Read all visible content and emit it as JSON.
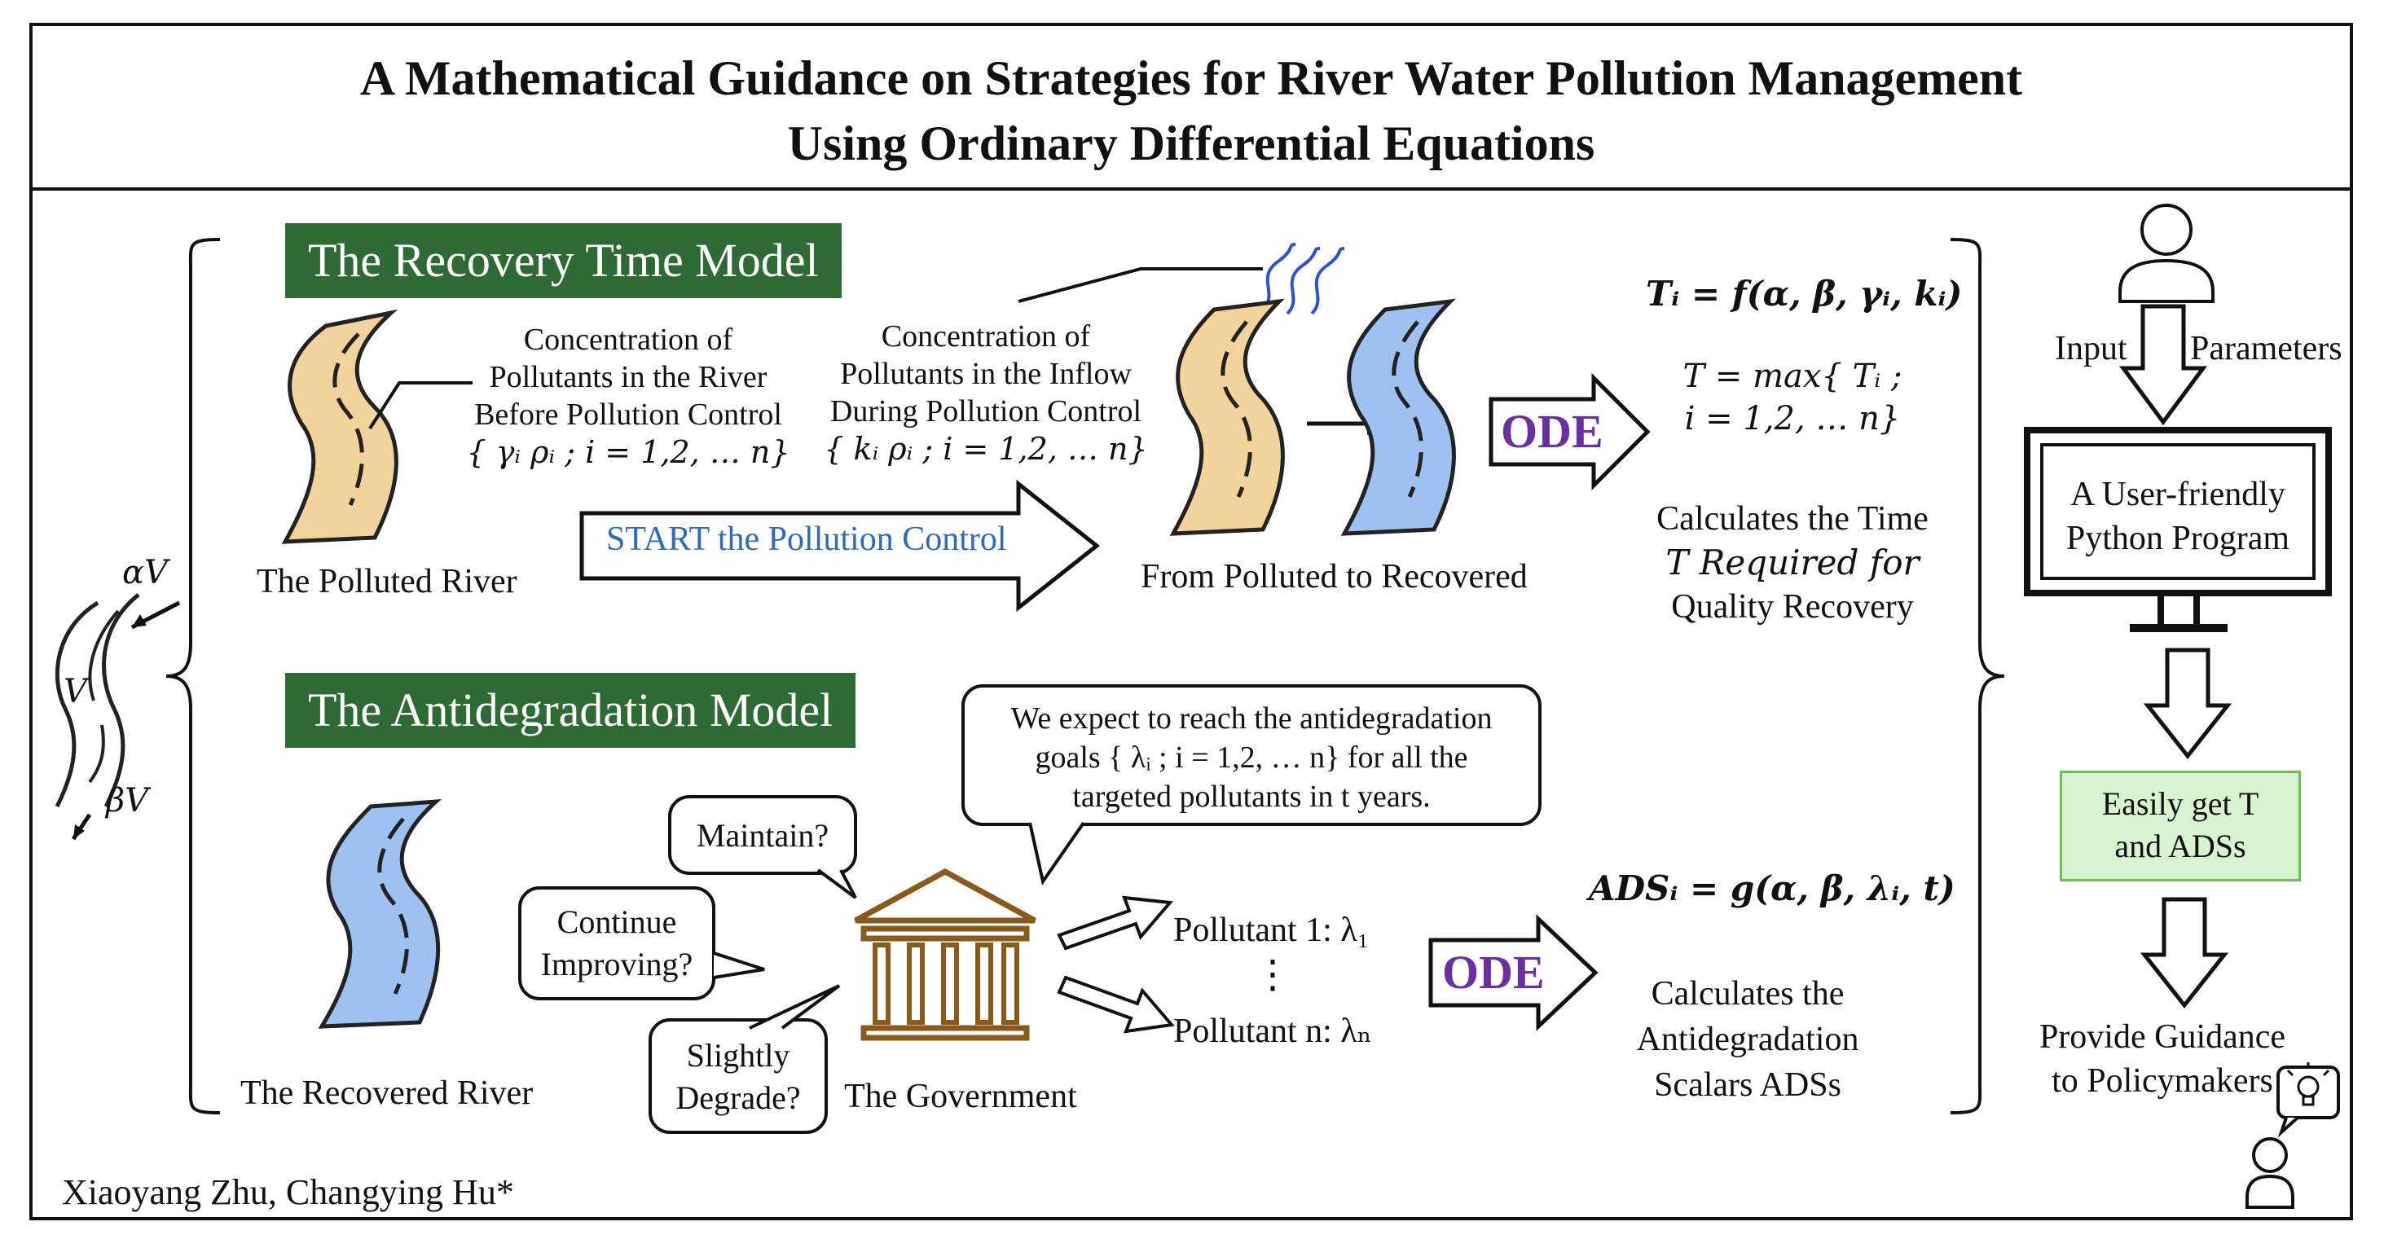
{
  "title": {
    "line1": "A Mathematical Guidance on Strategies for River Water Pollution Management",
    "line2": "Using Ordinary Differential Equations"
  },
  "authors": "Xiaoyang Zhu, Changying Hu*",
  "side_river": {
    "alpha_v": "αV",
    "v": "V",
    "beta_v": "βV"
  },
  "recovery": {
    "banner": "The  Recovery Time Model",
    "polluted_label": "The Polluted River",
    "river_conc": {
      "line1": "Concentration of",
      "line2": "Pollutants in the River",
      "line3": "Before Pollution Control",
      "line4": "{ γᵢ ρᵢ ; i = 1,2, … n}"
    },
    "inflow_conc": {
      "line1": "Concentration of",
      "line2": "Pollutants in the Inflow",
      "line3": "During Pollution Control",
      "line4": "{ kᵢ ρᵢ ; i = 1,2, … n}"
    },
    "start_arrow": "START the Pollution Control",
    "transition_label": "From Polluted to Recovered",
    "ode": "ODE",
    "formula": "Tᵢ = f(α, β, γᵢ, kᵢ)",
    "max_line1": "T = max{ Tᵢ ;",
    "max_line2": "i = 1,2, … n}",
    "calc_line1": "Calculates the Time",
    "calc_line2": "T Required for",
    "calc_line3": "Quality Recovery"
  },
  "antidegradation": {
    "banner": "The Antidegradation Model",
    "recovered_label": "The Recovered River",
    "government_label": "The Government",
    "bubble_maintain": "Maintain?",
    "bubble_continue_1": "Continue",
    "bubble_continue_2": "Improving?",
    "bubble_degrade_1": "Slightly",
    "bubble_degrade_2": "Degrade?",
    "expect_line1": "We expect to reach the antidegradation",
    "expect_line2": "goals { λᵢ ; i = 1,2, … n} for all the",
    "expect_line3": "targeted pollutants in t years.",
    "pollutant1": "Pollutant 1: λ₁",
    "dots": "⋮",
    "pollutantn": "Pollutant n: λₙ",
    "ode": "ODE",
    "formula": "ADSᵢ = g(α, β, λᵢ, t)",
    "calc_line1": "Calculates the",
    "calc_line2": "Antidegradation",
    "calc_line3": "Scalars ADSs"
  },
  "program": {
    "input": "Input",
    "parameters": "Parameters",
    "screen_line1": "A User-friendly",
    "screen_line2": "Python Program",
    "result_line1": "Easily get T",
    "result_line2": "and ADSs",
    "guidance_line1": "Provide Guidance",
    "guidance_line2": "to Policymakers"
  },
  "colors": {
    "banner_green": "#2e6b34",
    "polluted_river": "#f2d39c",
    "recovered_river": "#9ec1f1",
    "start_text": "#2d6bbf",
    "ode_text": "#6b2fa3",
    "government": "#8b5a1b",
    "result_box": "#d9f2d0"
  }
}
